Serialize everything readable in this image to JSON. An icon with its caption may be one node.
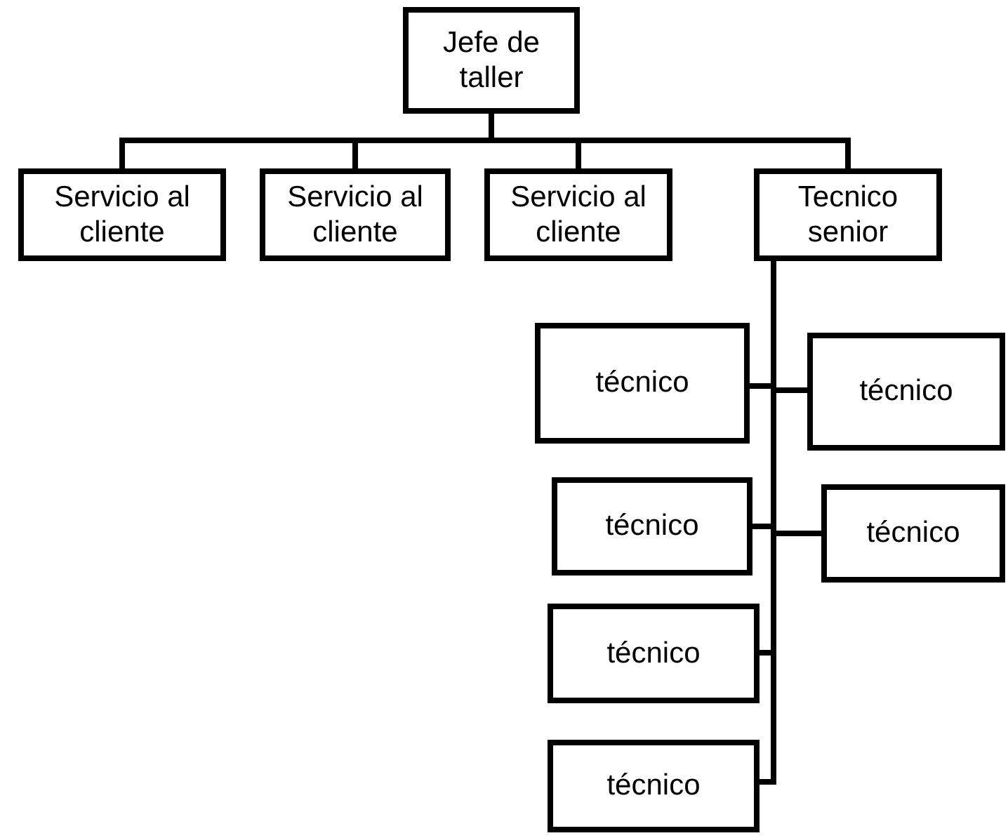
{
  "diagram": {
    "nodes": [
      {
        "text": [
          "Jefe de taller"
        ]
      },
      {
        "text": [
          "Servicio al cliente"
        ]
      },
      {
        "text": [
          "Servicio al cliente"
        ]
      },
      {
        "text": [
          "Servicio al cliente"
        ]
      },
      {
        "text": [
          "Tecnico senior"
        ]
      },
      {
        "text": [
          "técnico"
        ]
      },
      {
        "text": [
          "técnico"
        ]
      },
      {
        "text": [
          "técnico"
        ]
      },
      {
        "text": [
          "técnico"
        ]
      },
      {
        "text": [
          "técnico"
        ]
      },
      {
        "text": [
          "técnico"
        ]
      }
    ],
    "edges": [
      {
        "from": 0,
        "to": 1,
        "arrow": "none"
      },
      {
        "from": 0,
        "to": 2,
        "arrow": "none"
      },
      {
        "from": 0,
        "to": 3,
        "arrow": "none"
      },
      {
        "from": 0,
        "to": 4,
        "arrow": "none"
      },
      {
        "from": 4,
        "to": 5,
        "arrow": "none"
      },
      {
        "from": 4,
        "to": 6,
        "arrow": "none"
      },
      {
        "from": 4,
        "to": 7,
        "arrow": "none"
      },
      {
        "from": 4,
        "to": 8,
        "arrow": "none"
      },
      {
        "from": 4,
        "to": 9,
        "arrow": "none"
      },
      {
        "from": 4,
        "to": 10,
        "arrow": "none"
      }
    ]
  }
}
